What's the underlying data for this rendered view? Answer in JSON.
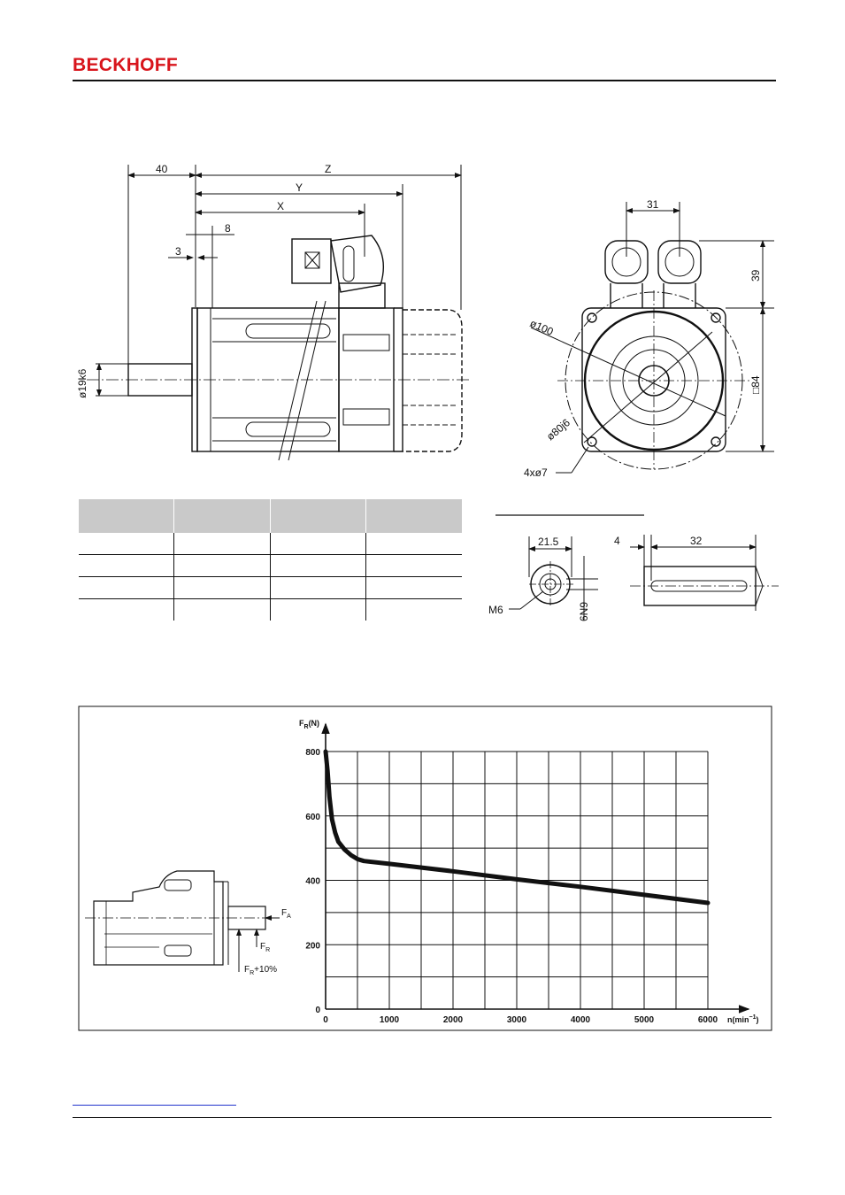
{
  "header": {
    "logo_text": "BECKHOFF",
    "brand_color": "#d8141b"
  },
  "drawing_side": {
    "dim_40": "40",
    "dim_z": "Z",
    "dim_y": "Y",
    "dim_x": "X",
    "dim_8": "8",
    "dim_3": "3",
    "shaft_dia": "ø19k6"
  },
  "drawing_front": {
    "dim_31": "31",
    "dim_39": "39",
    "dim_84": "□84",
    "pcd": "ø100",
    "spigot": "ø80j6",
    "holes": "4xø7"
  },
  "drawing_shaft": {
    "dim_21_5": "21.5",
    "thread": "M6",
    "key_width": "6N9",
    "dim_4": "4",
    "dim_32": "32"
  },
  "dimension_table": {
    "headers": [
      "",
      "",
      "",
      ""
    ],
    "rows": [
      [
        "",
        "",
        "",
        ""
      ],
      [
        "",
        "",
        "",
        ""
      ],
      [
        "",
        "",
        "",
        ""
      ],
      [
        "",
        "",
        "",
        ""
      ]
    ]
  },
  "load_sketch": {
    "fa": "F",
    "fa_sub": "A",
    "fr": "F",
    "fr_sub": "R",
    "fr10": "F",
    "fr10_sub": "R",
    "fr10_tail": "+10%"
  },
  "chart_data": {
    "type": "line",
    "ylabel": "F",
    "ylabel_sub": "R",
    "ylabel_tail": "(N)",
    "xlabel": "n(min",
    "xlabel_sup": "−1",
    "xlabel_tail": ")",
    "xlim": [
      0,
      6000
    ],
    "ylim": [
      0,
      800
    ],
    "x_ticks": [
      "0",
      "1000",
      "2000",
      "3000",
      "4000",
      "5000",
      "6000"
    ],
    "y_ticks": [
      "0",
      "200",
      "400",
      "600",
      "800"
    ],
    "grid": true,
    "series": [
      {
        "x": [
          0,
          30,
          60,
          100,
          150,
          200,
          300,
          400,
          500,
          600,
          1000,
          2000,
          3000,
          4000,
          5000,
          6000
        ],
        "y": [
          800,
          740,
          660,
          590,
          548,
          520,
          495,
          478,
          466,
          460,
          451,
          428,
          403,
          380,
          355,
          330
        ]
      }
    ]
  },
  "footer": {
    "link_text": ""
  }
}
